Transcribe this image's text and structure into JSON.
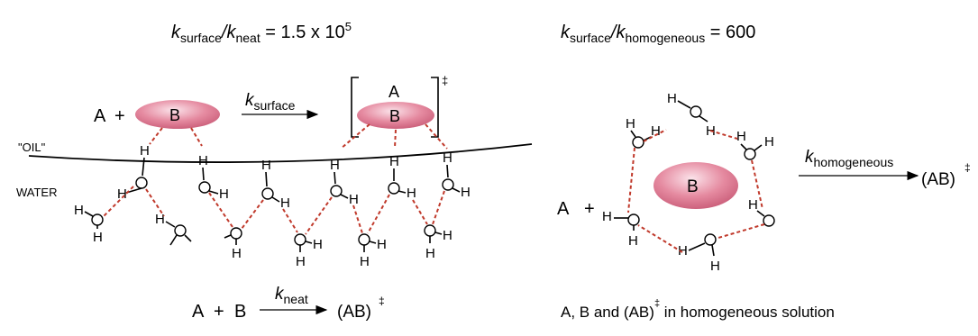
{
  "top_left_ratio": {
    "k": "k",
    "sub_a": "surface",
    "slash": "/",
    "k2": "k",
    "sub_b": "neat",
    "rest": " = 1.5 x 10",
    "sup": "5"
  },
  "top_right_ratio": {
    "k": "k",
    "sub_a": "surface",
    "slash": "/",
    "k2": "k",
    "sub_b": "homogeneous",
    "rest": " = 600"
  },
  "surface_scheme": {
    "reactant_a": "A",
    "plus": "+",
    "b_label": "B",
    "rate_k": "k",
    "rate_sub": "surface",
    "ts_a": "A",
    "ts_b": "B",
    "dagger": "‡",
    "oil_label": "\"OIL\"",
    "water_label": "WATER",
    "h": "H",
    "o": "O"
  },
  "homogeneous_scheme": {
    "reactant_a": "A",
    "plus": "+",
    "b_label": "B",
    "rate_k": "k",
    "rate_sub": "homogeneous",
    "product": "(AB)",
    "dagger": "‡"
  },
  "bottom_left": {
    "a": "A",
    "plus": "+",
    "b": "B",
    "k": "k",
    "sub": "neat",
    "product": "(AB)",
    "dagger": "‡"
  },
  "bottom_right": {
    "text_a": "A, B and (AB)",
    "dagger": "‡",
    "text_b": " in homogeneous solution"
  }
}
